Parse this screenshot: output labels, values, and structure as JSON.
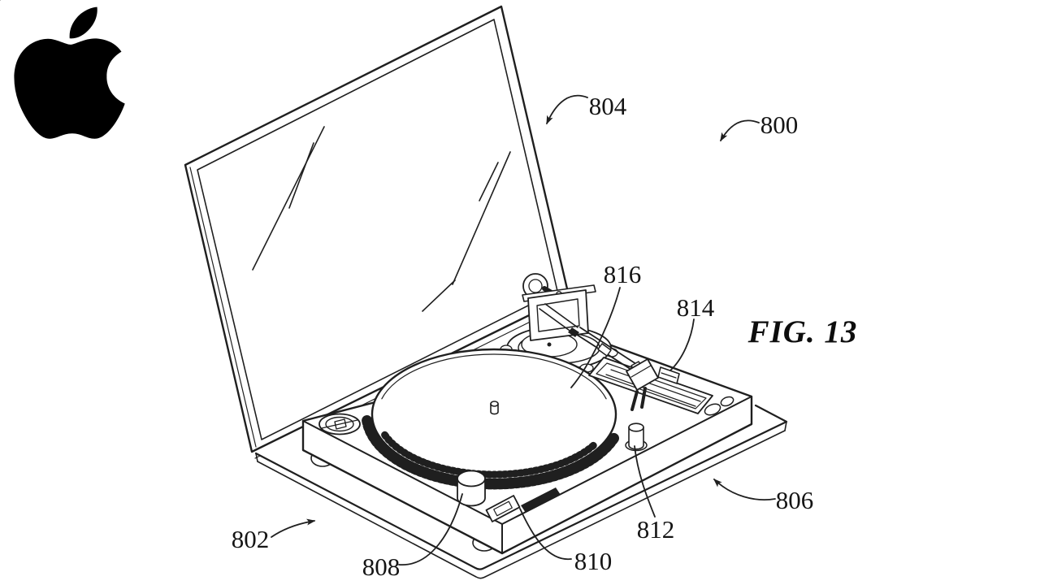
{
  "page": {
    "background": "#ffffff",
    "ink": "#1f1f1f",
    "logo_color": "#000000"
  },
  "branding": {
    "logo": "apple-logo"
  },
  "figure": {
    "caption": "FIG. 13",
    "reference_labels": {
      "laptop_lid": "804",
      "device_overall": "800",
      "platter": "816",
      "pitch_slider": "814",
      "base_right": "806",
      "rear_post": "812",
      "front_button": "810",
      "start_stop_knob": "808",
      "base_left": "802"
    }
  }
}
